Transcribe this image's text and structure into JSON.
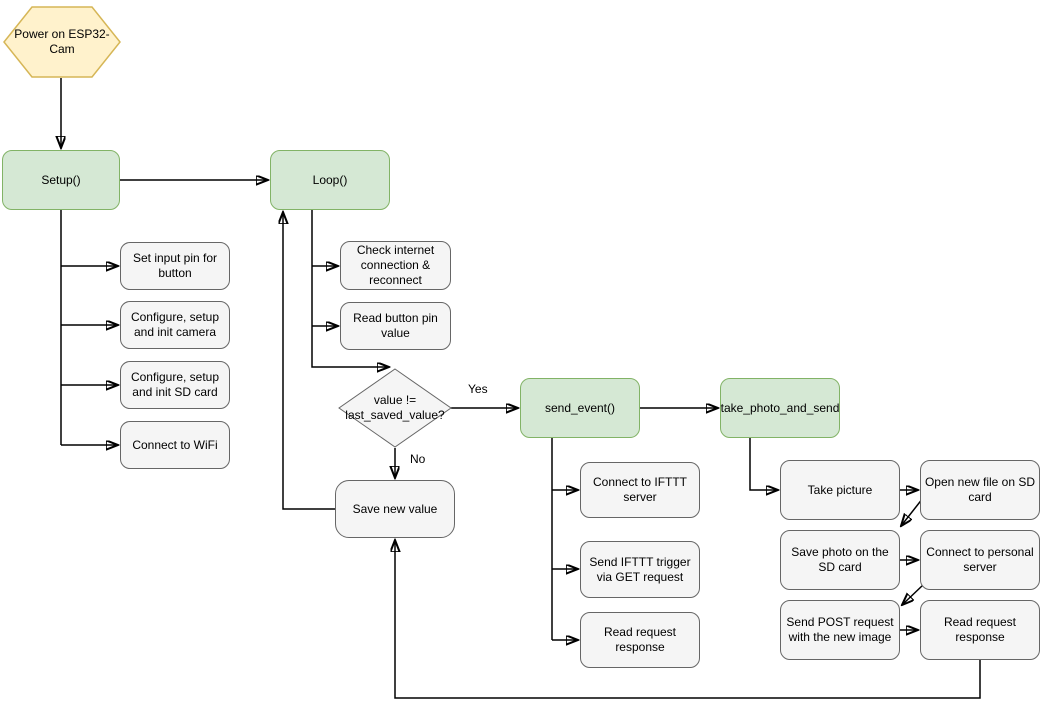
{
  "palette": {
    "bg": "#ffffff",
    "line": "#000000",
    "text": "#000000",
    "yellow-fill": "#fff2cc",
    "yellow-stroke": "#d6b656",
    "green-fill": "#d5e8d4",
    "green-stroke": "#82b366",
    "gray-fill": "#f5f5f5",
    "gray-stroke": "#666666"
  },
  "nodes": {
    "power": {
      "label": "Power on ESP32-Cam",
      "shape": "hexagon",
      "color": "yellow"
    },
    "setup": {
      "label": "Setup()",
      "shape": "rounded-rect",
      "color": "green"
    },
    "loop": {
      "label": "Loop()",
      "shape": "rounded-rect",
      "color": "green"
    },
    "s1": {
      "label": "Set input pin for button",
      "shape": "rounded-rect",
      "color": "gray"
    },
    "s2": {
      "label": "Configure, setup and init camera",
      "shape": "rounded-rect",
      "color": "gray"
    },
    "s3": {
      "label": "Configure, setup and init SD card",
      "shape": "rounded-rect",
      "color": "gray"
    },
    "s4": {
      "label": "Connect to WiFi",
      "shape": "rounded-rect",
      "color": "gray"
    },
    "l1": {
      "label": "Check internet connection & reconnect",
      "shape": "rounded-rect",
      "color": "gray"
    },
    "l2": {
      "label": "Read button pin value",
      "shape": "rounded-rect",
      "color": "gray"
    },
    "decision": {
      "label": "value != last_saved_value?",
      "shape": "diamond",
      "color": "gray"
    },
    "save": {
      "label": "Save new value",
      "shape": "rounded-rect",
      "color": "gray"
    },
    "send_event": {
      "label": "send_event()",
      "shape": "rounded-rect",
      "color": "green"
    },
    "take_photo": {
      "label": "take_photo_and_send",
      "shape": "rounded-rect",
      "color": "green"
    },
    "e1": {
      "label": "Connect to  IFTTT server",
      "shape": "rounded-rect",
      "color": "gray"
    },
    "e2": {
      "label": "Send IFTTT trigger via GET request",
      "shape": "rounded-rect",
      "color": "gray"
    },
    "e3": {
      "label": "Read request response",
      "shape": "rounded-rect",
      "color": "gray"
    },
    "t1": {
      "label": "Take picture",
      "shape": "rounded-rect",
      "color": "gray"
    },
    "t2": {
      "label": "Open new file on SD card",
      "shape": "rounded-rect",
      "color": "gray"
    },
    "t3": {
      "label": "Save photo on the SD card",
      "shape": "rounded-rect",
      "color": "gray"
    },
    "t4": {
      "label": "Connect to personal server",
      "shape": "rounded-rect",
      "color": "gray"
    },
    "t5": {
      "label": "Send POST request with the new image",
      "shape": "rounded-rect",
      "color": "gray"
    },
    "t6": {
      "label": "Read request response",
      "shape": "rounded-rect",
      "color": "gray"
    }
  },
  "edge_labels": {
    "yes": "Yes",
    "no": "No"
  },
  "edges": [
    {
      "from": "power",
      "to": "setup"
    },
    {
      "from": "setup",
      "to": "loop"
    },
    {
      "from": "setup",
      "to": "s1"
    },
    {
      "from": "setup",
      "to": "s2"
    },
    {
      "from": "setup",
      "to": "s3"
    },
    {
      "from": "setup",
      "to": "s4"
    },
    {
      "from": "loop",
      "to": "l1"
    },
    {
      "from": "loop",
      "to": "l2"
    },
    {
      "from": "loop",
      "to": "decision"
    },
    {
      "from": "decision",
      "to": "send_event",
      "label": "Yes"
    },
    {
      "from": "decision",
      "to": "save",
      "label": "No"
    },
    {
      "from": "save",
      "to": "loop"
    },
    {
      "from": "send_event",
      "to": "take_photo"
    },
    {
      "from": "send_event",
      "to": "e1"
    },
    {
      "from": "send_event",
      "to": "e2"
    },
    {
      "from": "send_event",
      "to": "e3"
    },
    {
      "from": "take_photo",
      "to": "t1"
    },
    {
      "from": "t1",
      "to": "t2"
    },
    {
      "from": "t2",
      "to": "t3"
    },
    {
      "from": "t3",
      "to": "t4"
    },
    {
      "from": "t4",
      "to": "t5"
    },
    {
      "from": "t5",
      "to": "t6"
    },
    {
      "from": "t6",
      "to": "save"
    }
  ]
}
